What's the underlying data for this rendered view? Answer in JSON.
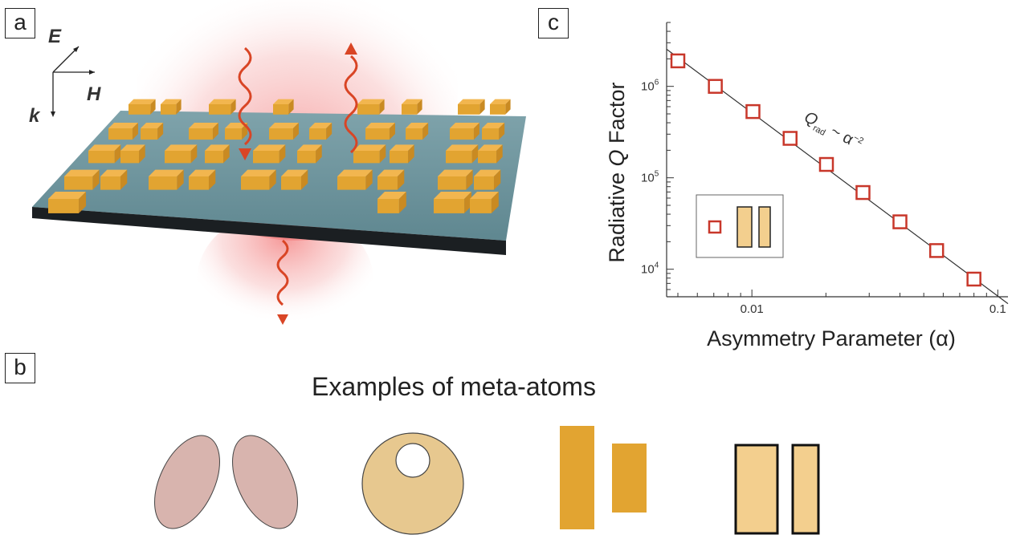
{
  "panel_a": {
    "label": "a",
    "axes": {
      "e": "E",
      "h": "H",
      "k": "k"
    }
  },
  "panel_b": {
    "label": "b",
    "title": "Examples of meta-atoms",
    "colors": {
      "ellipse": "#d8b4ae",
      "disk": "#e7c88f",
      "bar": "#e2a431",
      "framed_bar": "#f3cf8e"
    }
  },
  "panel_c": {
    "label": "c",
    "marker_color": "#c8372a"
  },
  "chart_data": {
    "type": "scatter",
    "title": "",
    "xlabel": "Asymmetry Parameter (α)",
    "ylabel_prefix": "Radiative ",
    "ylabel_italic": "Q",
    "ylabel_suffix": " Factor",
    "x_scale": "log",
    "y_scale": "log",
    "xlim": [
      0.0045,
      0.11
    ],
    "ylim": [
      5000,
      5000000
    ],
    "x_ticks": [
      {
        "value": 0.01,
        "label": "0.01"
      },
      {
        "value": 0.1,
        "label": "0.1"
      }
    ],
    "y_ticks": [
      {
        "value": 10000,
        "base": "10",
        "exp": "4"
      },
      {
        "value": 100000,
        "base": "10",
        "exp": "5"
      },
      {
        "value": 1000000,
        "base": "10",
        "exp": "6"
      }
    ],
    "series": [
      {
        "marker": "open-square",
        "x": [
          0.005,
          0.0071,
          0.0101,
          0.0143,
          0.0201,
          0.0283,
          0.04,
          0.0564,
          0.08
        ],
        "y": [
          1900000,
          1000000,
          530000,
          270000,
          140000,
          69000,
          33000,
          16000,
          7800
        ]
      }
    ],
    "fit": {
      "x": [
        0.0045,
        0.11
      ],
      "y": [
        2550000,
        4200
      ]
    },
    "annotation": {
      "q": "Q",
      "sub": "rad",
      "rest": " ~ α",
      "sup": "−2"
    },
    "grid": false
  }
}
